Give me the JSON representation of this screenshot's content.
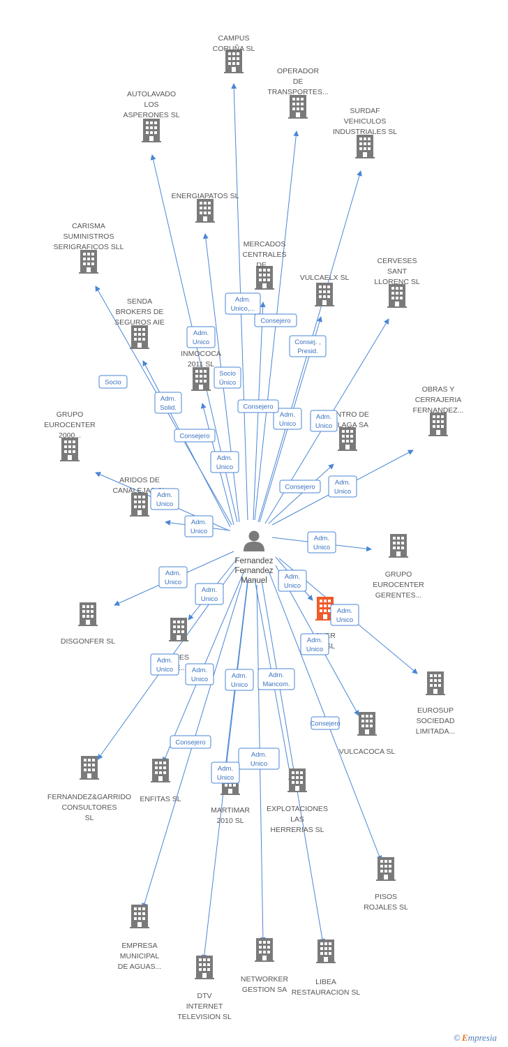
{
  "colors": {
    "edge": "#4a86d4",
    "building": "#7a7a7a",
    "highlight": "#f05a28",
    "person": "#7a7a7a"
  },
  "center": {
    "name_lines": [
      "Fernandez",
      "Fernandez",
      "Manuel"
    ],
    "icon": "person-icon"
  },
  "nodes": [
    {
      "id": "campus",
      "lines": [
        "CAMPUS",
        "CORUÑA SL"
      ]
    },
    {
      "id": "operador",
      "lines": [
        "OPERADOR",
        "DE",
        "TRANSPORTES..."
      ]
    },
    {
      "id": "autolavado",
      "lines": [
        "AUTOLAVADO",
        "LOS",
        "ASPERONES SL"
      ]
    },
    {
      "id": "surdaf",
      "lines": [
        "SURDAF",
        "VEHICULOS",
        "INDUSTRIALES SL"
      ]
    },
    {
      "id": "energiapatos",
      "lines": [
        "ENERGIAPATOS SL"
      ]
    },
    {
      "id": "carisma",
      "lines": [
        "CARISMA",
        "SUMINISTROS",
        "SERIGRAFICOS SLL"
      ]
    },
    {
      "id": "mercados",
      "lines": [
        "MERCADOS",
        "CENTRALES",
        "DE..."
      ]
    },
    {
      "id": "vulcaelx",
      "lines": [
        "VULCAELX SL"
      ]
    },
    {
      "id": "cerveses",
      "lines": [
        "CERVESES",
        "SANT",
        "LLORENC SL"
      ]
    },
    {
      "id": "senda",
      "lines": [
        "SENDA",
        "BROKERS DE",
        "SEGUROS AIE"
      ]
    },
    {
      "id": "inmococa",
      "lines": [
        "INMOCOCA",
        "2011 SL"
      ]
    },
    {
      "id": "obras",
      "lines": [
        "OBRAS Y",
        "CERRAJERIA",
        "FERNANDEZ..."
      ]
    },
    {
      "id": "grupo2000",
      "lines": [
        "GRUPO",
        "EUROCENTER",
        "2000..."
      ]
    },
    {
      "id": "centro",
      "lines": [
        "CENTRO DE",
        "MALAGA SA"
      ]
    },
    {
      "id": "aridos",
      "lines": [
        "ARIDOS DE",
        "CANALEJAS SL"
      ]
    },
    {
      "id": "gerentes",
      "lines": [
        "GRUPO",
        "EUROCENTER",
        "GERENTES..."
      ]
    },
    {
      "id": "disgonfer",
      "lines": [
        "DISGONFER SL"
      ]
    },
    {
      "id": "highlighted",
      "lines": [
        "OVER",
        "EL SL"
      ]
    },
    {
      "id": "inversiones",
      "lines": [
        "ONES",
        "VE..."
      ]
    },
    {
      "id": "eurosup",
      "lines": [
        "EUROSUP",
        "SOCIEDAD",
        "LIMITADA..."
      ]
    },
    {
      "id": "vulcacoca",
      "lines": [
        "VULCACOCA SL"
      ]
    },
    {
      "id": "fernandezgarrido",
      "lines": [
        "FERNANDEZ&GARRIDO",
        "CONSULTORES",
        "SL"
      ]
    },
    {
      "id": "enfitas",
      "lines": [
        "ENFITAS SL"
      ]
    },
    {
      "id": "martimar",
      "lines": [
        "MARTIMAR",
        "2010 SL"
      ]
    },
    {
      "id": "explotaciones",
      "lines": [
        "EXPLOTACIONES",
        "LAS",
        "HERRERIAS SL"
      ]
    },
    {
      "id": "pisos",
      "lines": [
        "PISOS",
        "ROJALES SL"
      ]
    },
    {
      "id": "empresa",
      "lines": [
        "EMPRESA",
        "MUNICIPAL",
        "DE AGUAS..."
      ]
    },
    {
      "id": "networker",
      "lines": [
        "NETWORKER",
        "GESTION SA"
      ]
    },
    {
      "id": "libea",
      "lines": [
        "LIBEA",
        "RESTAURACION SL"
      ]
    },
    {
      "id": "dtv",
      "lines": [
        "DTV",
        "INTERNET",
        "TELEVISION SL"
      ]
    }
  ],
  "edge_labels": [
    {
      "lines": [
        "Adm.",
        "Unico,..."
      ]
    },
    {
      "lines": [
        "Consejero"
      ]
    },
    {
      "lines": [
        "Adm.",
        "Unico"
      ]
    },
    {
      "lines": [
        "Consej. ,",
        "Presid."
      ]
    },
    {
      "lines": [
        "Socio",
        "Único"
      ]
    },
    {
      "lines": [
        "Socio"
      ]
    },
    {
      "lines": [
        "Adm.",
        "Solid."
      ]
    },
    {
      "lines": [
        "Consejero"
      ]
    },
    {
      "lines": [
        "Adm.",
        "Unico"
      ]
    },
    {
      "lines": [
        "Consejero"
      ]
    },
    {
      "lines": [
        "Adm.",
        "Unico"
      ]
    },
    {
      "lines": [
        "Adm.",
        "Unico"
      ]
    },
    {
      "lines": [
        "Consejero"
      ]
    },
    {
      "lines": [
        "Adm.",
        "Unico"
      ]
    },
    {
      "lines": [
        "Adm.",
        "Unico"
      ]
    },
    {
      "lines": [
        "Adm.",
        "Unico"
      ]
    },
    {
      "lines": [
        "Adm.",
        "Unico"
      ]
    },
    {
      "lines": [
        "Adm.",
        "Unico"
      ]
    },
    {
      "lines": [
        "Adm.",
        "Unico"
      ]
    },
    {
      "lines": [
        "Adm.",
        "Unico"
      ]
    },
    {
      "lines": [
        "Adm.",
        "Unico"
      ]
    },
    {
      "lines": [
        "Adm.",
        "Unico"
      ]
    },
    {
      "lines": [
        "Adm.",
        "Unico"
      ]
    },
    {
      "lines": [
        "Adm.",
        "Unico"
      ]
    },
    {
      "lines": [
        "Adm.",
        "Mancom."
      ]
    },
    {
      "lines": [
        "Adm.",
        "Unico"
      ]
    },
    {
      "lines": [
        "Consejero"
      ]
    },
    {
      "lines": [
        "Consejero"
      ]
    },
    {
      "lines": [
        "Adm.",
        "Unico"
      ]
    },
    {
      "lines": [
        "Adm.",
        "Unico"
      ]
    }
  ],
  "footer": {
    "copyright_symbol": "©",
    "brand_initial": "E",
    "brand_rest": "mpresia"
  }
}
